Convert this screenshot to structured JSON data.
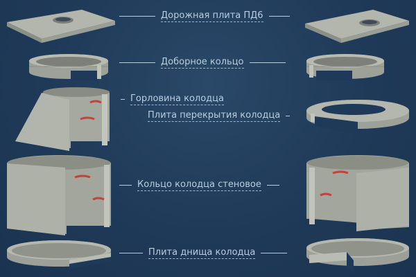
{
  "diagram": {
    "title": "Well components",
    "colors": {
      "background": "#1f3a58",
      "label_text": "#b9cde0",
      "concrete": "#a9aca3",
      "concrete_dark": "#7f837b",
      "rung": "#c8403a"
    },
    "labels": {
      "road_slab": "Дорожная плита ПД6",
      "extension_ring": "Доборное кольцо",
      "well_neck": "Горловина колодца",
      "cover_slab": "Плита перекрытия колодца",
      "wall_ring": "Кольцо колодца стеновое",
      "bottom_slab": "Плита днища колодца"
    }
  }
}
